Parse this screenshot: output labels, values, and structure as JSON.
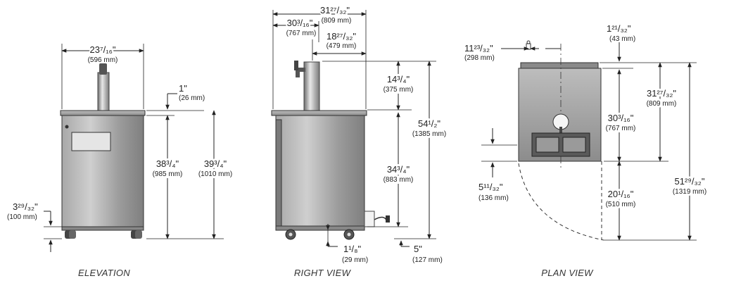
{
  "views": {
    "elevation": {
      "caption": "ELEVATION",
      "width": {
        "imperial": "23⁷/₁₆\"",
        "metric": "(596 mm)"
      },
      "top_offset": {
        "imperial": "1\"",
        "metric": "(26 mm)"
      },
      "cabinet_height": {
        "imperial": "38³/₄\"",
        "metric": "(985 mm)"
      },
      "total_height": {
        "imperial": "39³/₄\"",
        "metric": "(1010 mm)"
      },
      "caster_height": {
        "imperial": "3²⁹/₃₂\"",
        "metric": "(100 mm)"
      }
    },
    "right": {
      "caption": "RIGHT VIEW",
      "overall_depth": {
        "imperial": "31²⁷/₃₂\"",
        "metric": "(809 mm)"
      },
      "top_depth": {
        "imperial": "30³/₁₆\"",
        "metric": "(767 mm)"
      },
      "tower_offset": {
        "imperial": "18²⁷/₃₂\"",
        "metric": "(479 mm)"
      },
      "tower_height": {
        "imperial": "14³/₄\"",
        "metric": "(375 mm)"
      },
      "overall_height": {
        "imperial": "54¹/₂\"",
        "metric": "(1385 mm)"
      },
      "cabinet_height": {
        "imperial": "34³/₄\"",
        "metric": "(883 mm)"
      },
      "bottom_offset": {
        "imperial": "1¹/₈\"",
        "metric": "(29 mm)"
      },
      "rear_clearance": {
        "imperial": "5\"",
        "metric": "(127 mm)"
      }
    },
    "plan": {
      "caption": "PLAN VIEW",
      "tower_offset": {
        "imperial": "11²³/₃₂\"",
        "metric": "(298 mm)"
      },
      "rim": {
        "imperial": "1²¹/₃₂\"",
        "metric": "(43 mm)"
      },
      "overall_depth": {
        "imperial": "31²⁷/₃₂\"",
        "metric": "(809 mm)"
      },
      "top_depth": {
        "imperial": "30³/₁₆\"",
        "metric": "(767 mm)"
      },
      "drip_offset": {
        "imperial": "5¹¹/₃₂\"",
        "metric": "(136 mm)"
      },
      "door_swing": {
        "imperial": "20¹/₁₆\"",
        "metric": "(510 mm)"
      },
      "total_depth": {
        "imperial": "51²⁹/₃₂\"",
        "metric": "(1319 mm)"
      }
    }
  },
  "colors": {
    "line": "#222222",
    "steel_light": "#c8c8c8",
    "steel_dark": "#8a8a8a",
    "label": "#222222"
  },
  "icons": [
    "tap-handle-icon",
    "caster-wheel-icon",
    "door-handle-icon",
    "power-cord-icon",
    "faucet-icon"
  ]
}
